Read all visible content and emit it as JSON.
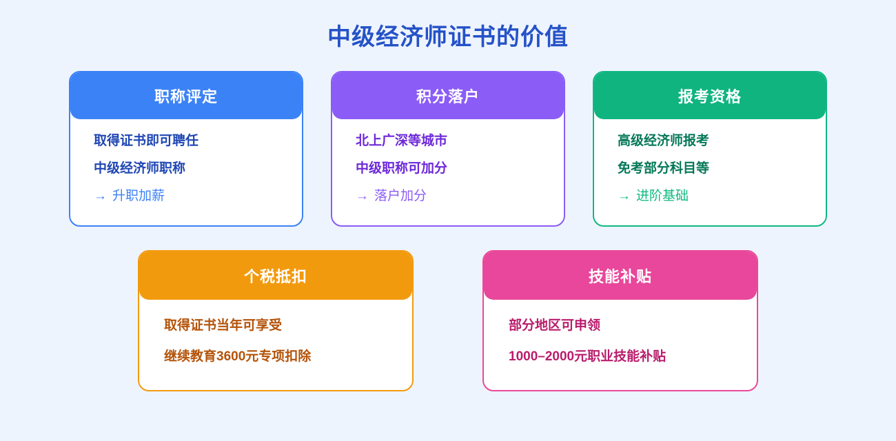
{
  "page": {
    "title": "中级经济师证书的价值",
    "background_color": "#eef4fd",
    "title_color": "#2552c8"
  },
  "cards": [
    {
      "id": "title-evaluation",
      "header": "职称评定",
      "theme": "blue",
      "accent_color": "#3b82f6",
      "text_color": "#1f46b4",
      "lines": [
        "取得证书即可聘任",
        "中级经济师职称"
      ],
      "arrow_glyph": "→",
      "arrow_text": "升职加薪"
    },
    {
      "id": "points-settlement",
      "header": "积分落户",
      "theme": "purple",
      "accent_color": "#8b5cf6",
      "text_color": "#6d28d9",
      "lines": [
        "北上广深等城市",
        "中级职称可加分"
      ],
      "arrow_glyph": "→",
      "arrow_text": "落户加分"
    },
    {
      "id": "exam-qualification",
      "header": "报考资格",
      "theme": "green",
      "accent_color": "#10b981",
      "text_color": "#047857",
      "lines": [
        "高级经济师报考",
        "免考部分科目等"
      ],
      "arrow_glyph": "→",
      "arrow_text": "进阶基础"
    },
    {
      "id": "tax-deduction",
      "header": "个税抵扣",
      "theme": "orange",
      "accent_color": "#f29a0e",
      "text_color": "#b45309",
      "lines": [
        "取得证书当年可享受",
        "继续教育3600元专项扣除"
      ],
      "arrow_glyph": "",
      "arrow_text": ""
    },
    {
      "id": "skill-subsidy",
      "header": "技能补贴",
      "theme": "pink",
      "accent_color": "#ec4899",
      "text_color": "#b91c6b",
      "lines": [
        "部分地区可申领",
        "1000–2000元职业技能补贴"
      ],
      "arrow_glyph": "",
      "arrow_text": ""
    }
  ]
}
